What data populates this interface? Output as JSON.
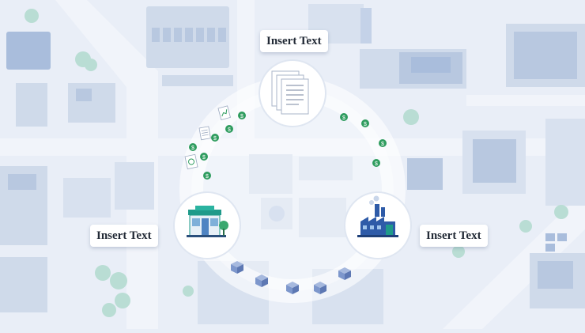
{
  "labels": {
    "top": "Insert Text",
    "left": "Insert Text",
    "right": "Insert Text"
  },
  "colors": {
    "background": "#e9eef7",
    "block": "#cfdaea",
    "block_dark": "#b8c8e0",
    "road": "#dde5f2",
    "tree": "#b9ddd4",
    "ring": "#ffffff",
    "money": "#2e9c5e",
    "building_teal": "#1f9a8a",
    "factory_blue": "#2e5ba8",
    "box": "#7d97cc"
  },
  "icons": {
    "top": "document-stack-icon",
    "left": "store-icon",
    "right": "factory-icon",
    "flow_money": "dollar-coin-icon",
    "flow_docs": "document-icon",
    "flow_box": "package-box-icon"
  }
}
